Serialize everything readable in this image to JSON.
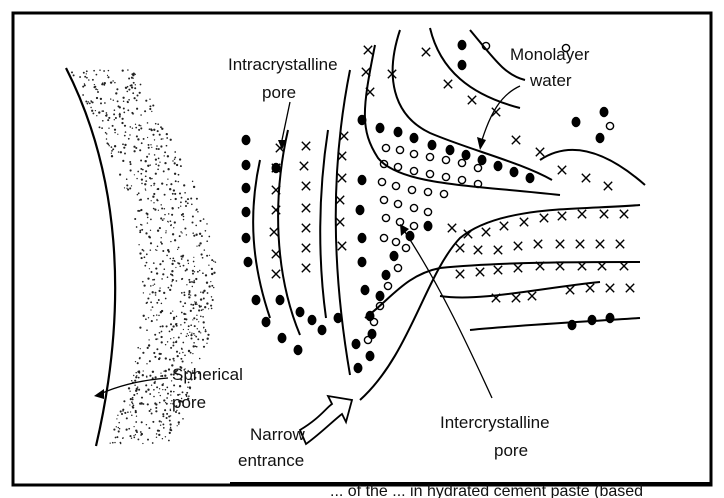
{
  "labels": {
    "intracrystalline_1": "Intracrystalline",
    "intracrystalline_2": "pore",
    "monolayer_1": "Monolayer",
    "monolayer_2": "water",
    "spherical_1": "Spherical",
    "spherical_2": "pore",
    "narrow_1": "Narrow",
    "narrow_2": "entrance",
    "intercrystalline_1": "Intercrystalline",
    "intercrystalline_2": "pore"
  },
  "caption_fragment": "... of the ... in hydrated cement paste (based"
}
